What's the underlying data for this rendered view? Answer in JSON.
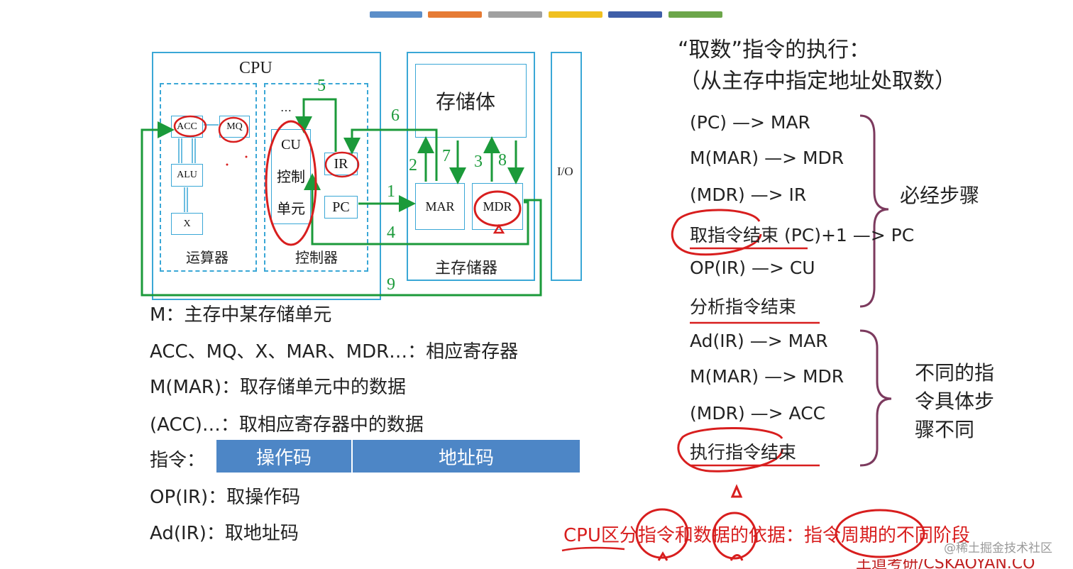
{
  "top_bar_colors": [
    "#5b8ec9",
    "#e67b34",
    "#a0a0a0",
    "#f0c020",
    "#3e5ea8",
    "#6ca64a"
  ],
  "diagram": {
    "cpu_label": "CPU",
    "alu_section_label": "运算器",
    "control_section_label": "控制器",
    "memory_section_label": "主存储器",
    "storage_label": "存储体",
    "io_label": "I/O",
    "cu_lines": [
      "CU",
      "控制",
      "单元"
    ],
    "ellipsis": "…",
    "registers": {
      "acc": "ACC",
      "mq": "MQ",
      "alu": "ALU",
      "x": "X",
      "ir": "IR",
      "pc": "PC",
      "mar": "MAR",
      "mdr": "MDR"
    },
    "step_numbers": [
      "1",
      "2",
      "3",
      "4",
      "5",
      "6",
      "7",
      "8",
      "9"
    ]
  },
  "legend": {
    "m": "M：主存中某存储单元",
    "regs": "ACC、MQ、X、MAR、MDR…：相应寄存器",
    "m_mar": "M(MAR)：取存储单元中的数据",
    "acc": "(ACC)…：取相应寄存器中的数据",
    "instr_label": "指令：",
    "opcode": "操作码",
    "address": "地址码",
    "op_ir": "OP(IR)：取操作码",
    "ad_ir": "Ad(IR)：取地址码"
  },
  "header": {
    "line1": "“取数”指令的执行：",
    "line2": "（从主存中指定地址处取数）"
  },
  "steps": [
    "(PC) —> MAR",
    "M(MAR) —> MDR",
    "(MDR) —> IR",
    "取指令结束 (PC)+1 —> PC",
    "OP(IR) —> CU",
    "分析指令结束",
    "Ad(IR) —> MAR",
    "M(MAR) —> MDR",
    "(MDR) —> ACC",
    "执行指令结束"
  ],
  "brace_notes": {
    "common": "必经步骤",
    "different": [
      "不同的指",
      "令具体步",
      "骤不同"
    ]
  },
  "red_note": "CPU区分指令和数据的依据：指令周期的不同阶段",
  "watermark": "@稀土掘金技术社区",
  "footer_partial": "王道考研/CSKAOYAN.CO"
}
